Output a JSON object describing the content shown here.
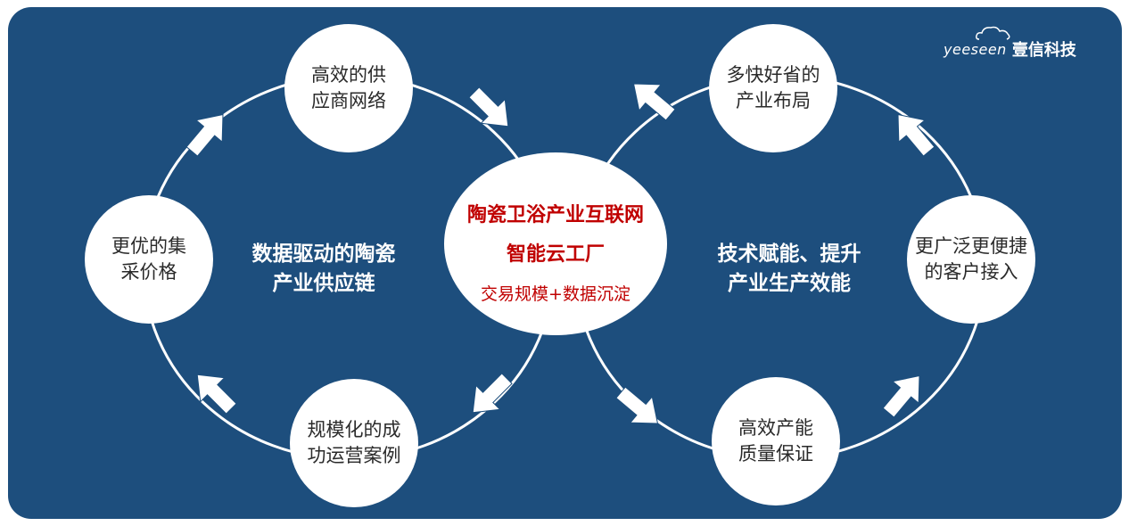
{
  "brand": {
    "name_en": "yeeseen",
    "name_cn": "壹信科技"
  },
  "center": {
    "title1": "陶瓷卫浴产业互联网",
    "title2": "智能云工厂",
    "subtitle": "交易规模+数据沉淀"
  },
  "left_loop": {
    "label_line1": "数据驱动的陶瓷",
    "label_line2": "产业供应链",
    "nodes": {
      "top": [
        "高效的供",
        "应商网络"
      ],
      "left": [
        "更优的集",
        "采价格"
      ],
      "bottom": [
        "规模化的成",
        "功运营案例"
      ]
    }
  },
  "right_loop": {
    "label_line1": "技术赋能、提升",
    "label_line2": "产业生产效能",
    "nodes": {
      "top": [
        "多快好省的",
        "产业布局"
      ],
      "right": [
        "更广泛更便捷",
        "的客户接入"
      ],
      "bottom": [
        "高效产能",
        "质量保证"
      ]
    }
  },
  "colors": {
    "panel": "#1d4e7d",
    "ring": "#ffffff",
    "center_text": "#c00000",
    "node_text": "#2a2a2a"
  }
}
